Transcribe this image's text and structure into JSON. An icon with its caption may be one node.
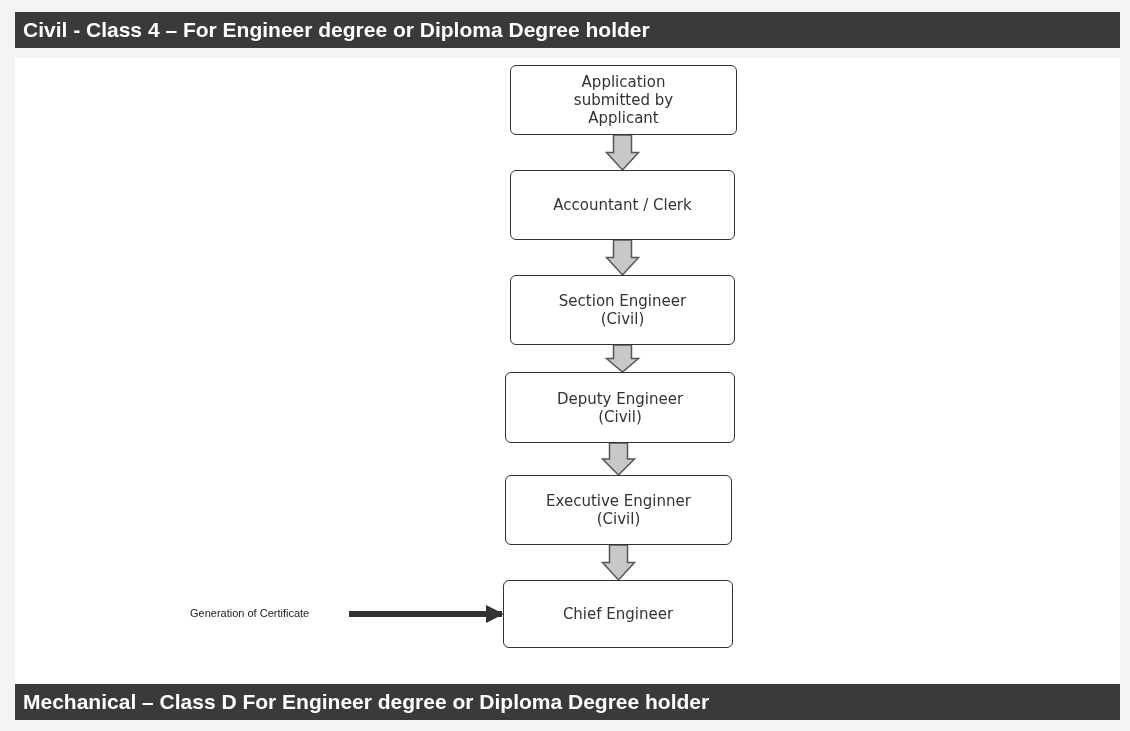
{
  "diagram": {
    "title": "Civil - Class 4 – For Engineer degree or Diploma Degree holder",
    "nodes": [
      {
        "text": [
          "Application submitted by Applicant"
        ]
      },
      {
        "text": [
          "Accountant / Clerk"
        ]
      },
      {
        "text": [
          "Section Engineer (Civil)"
        ]
      },
      {
        "text": [
          "Deputy Engineer (Civil)"
        ]
      },
      {
        "text": [
          "Executive Enginner (Civil)"
        ]
      },
      {
        "text": [
          "Chief Engineer"
        ]
      },
      {
        "text": [
          "Generation of Certificate"
        ]
      }
    ],
    "edges": [
      {
        "from": 0,
        "to": 1,
        "arrow": "to"
      },
      {
        "from": 1,
        "to": 2,
        "arrow": "to"
      },
      {
        "from": 2,
        "to": 3,
        "arrow": "to"
      },
      {
        "from": 3,
        "to": 4,
        "arrow": "to"
      },
      {
        "from": 4,
        "to": 5,
        "arrow": "to"
      },
      {
        "from": 6,
        "to": 5,
        "arrow": "to"
      }
    ],
    "labels": [
      "Mechanical – Class D For Engineer degree or Diploma Degree holder"
    ]
  }
}
